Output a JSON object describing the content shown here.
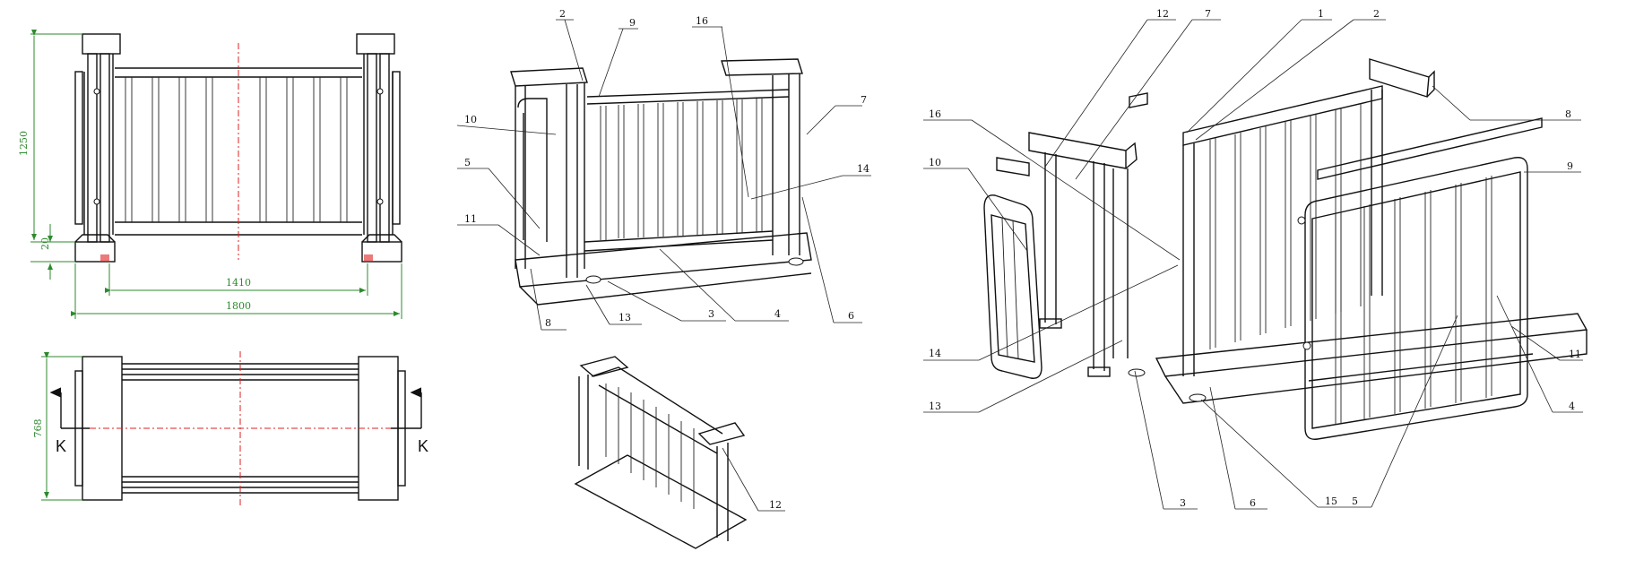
{
  "front_view": {
    "dimensions": {
      "height": "1250",
      "foot_height": "20",
      "inner_width": "1410",
      "overall_width": "1800"
    }
  },
  "top_view": {
    "dimensions": {
      "depth": "768"
    },
    "section_left": "K",
    "section_right": "K"
  },
  "assembled_view": {
    "callouts": [
      "2",
      "9",
      "16",
      "7",
      "10",
      "5",
      "11",
      "8",
      "13",
      "3",
      "4",
      "6",
      "14"
    ]
  },
  "detail_view": {
    "callouts": [
      "12"
    ]
  },
  "exploded_view": {
    "callouts": [
      "12",
      "7",
      "1",
      "2",
      "16",
      "8",
      "10",
      "9",
      "14",
      "11",
      "13",
      "4",
      "3",
      "6",
      "15",
      "5"
    ]
  }
}
